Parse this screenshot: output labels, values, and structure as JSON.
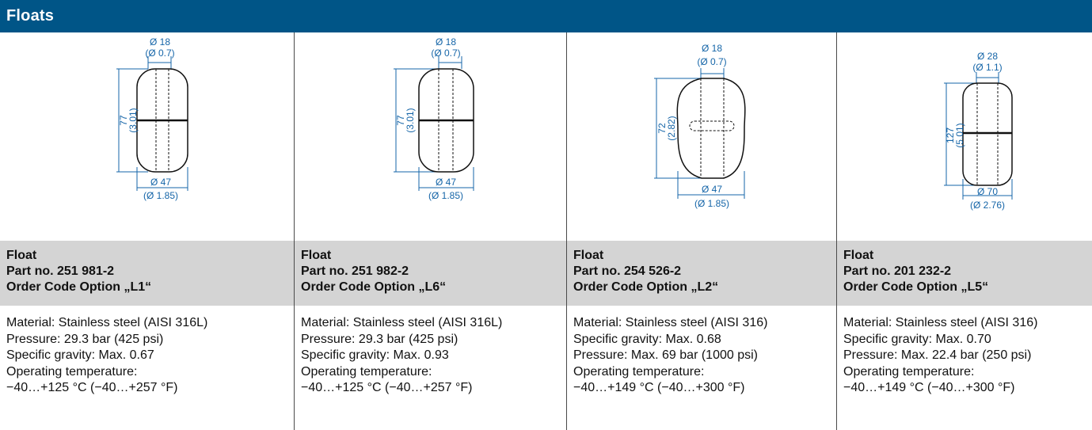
{
  "header": {
    "title": "Floats"
  },
  "colors": {
    "header_bg": "#005587",
    "title_bg": "#d4d4d4",
    "dimension": "#1565a8"
  },
  "floats": [
    {
      "drawing": {
        "top_dia": "Ø 18",
        "top_dia_in": "(Ø 0.7)",
        "height": "77",
        "height_in": "(3.01)",
        "bottom_dia": "Ø 47",
        "bottom_dia_in": "(Ø 1.85)"
      },
      "title": {
        "name": "Float",
        "part": "Part no. 251 981-2",
        "order": "Order Code Option „L1“"
      },
      "specs": [
        "Material: Stainless steel (AISI 316L)",
        "Pressure: 29.3 bar (425 psi)",
        "Specific gravity: Max. 0.67",
        "Operating temperature:",
        "−40…+125 °C (−40…+257 °F)"
      ]
    },
    {
      "drawing": {
        "top_dia": "Ø 18",
        "top_dia_in": "(Ø 0.7)",
        "height": "77",
        "height_in": "(3.01)",
        "bottom_dia": "Ø 47",
        "bottom_dia_in": "(Ø 1.85)"
      },
      "title": {
        "name": "Float",
        "part": "Part no. 251 982-2",
        "order": "Order Code Option „L6“"
      },
      "specs": [
        "Material: Stainless steel (AISI 316L)",
        "Pressure: 29.3 bar (425 psi)",
        "Specific gravity: Max. 0.93",
        "Operating temperature:",
        "−40…+125 °C (−40…+257 °F)"
      ]
    },
    {
      "drawing": {
        "top_dia": "Ø 18",
        "top_dia_in": "(Ø 0.7)",
        "height": "72",
        "height_in": "(2.82)",
        "bottom_dia": "Ø 47",
        "bottom_dia_in": "(Ø 1.85)"
      },
      "title": {
        "name": "Float",
        "part": "Part no. 254 526-2",
        "order": "Order Code Option „L2“"
      },
      "specs": [
        "Material: Stainless steel (AISI 316)",
        "Specific gravity: Max. 0.68",
        "Pressure: Max. 69 bar (1000 psi)",
        "Operating temperature:",
        "−40…+149 °C (−40…+300 °F)"
      ]
    },
    {
      "drawing": {
        "top_dia": "Ø 28",
        "top_dia_in": "(Ø 1.1)",
        "height": "127",
        "height_in": "(5.01)",
        "bottom_dia": "Ø 70",
        "bottom_dia_in": "(Ø 2.76)"
      },
      "title": {
        "name": "Float",
        "part": "Part no. 201 232-2",
        "order": "Order Code Option „L5“"
      },
      "specs": [
        "Material: Stainless steel (AISI 316)",
        "Specific gravity: Max. 0.70",
        "Pressure: Max. 22.4 bar (250 psi)",
        "Operating temperature:",
        "−40…+149 °C (−40…+300 °F)"
      ]
    }
  ]
}
